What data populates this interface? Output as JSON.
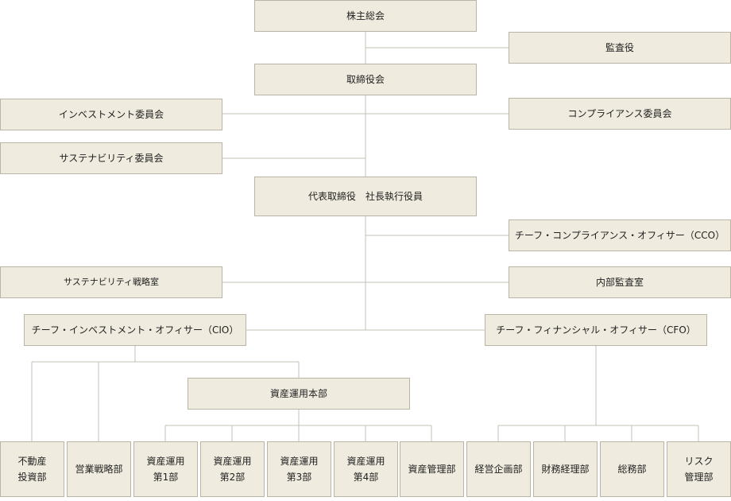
{
  "org": {
    "shareholders": "株主総会",
    "auditor": "監査役",
    "board": "取締役会",
    "investment_committee": "インベストメント委員会",
    "compliance_committee": "コンプライアンス委員会",
    "sustainability_committee": "サステナビリティ委員会",
    "president": "代表取締役　社長執行役員",
    "cco": "チーフ・コンプライアンス・オフィサー（CCO）",
    "sustainability_office": "サステナビリティ戦略室",
    "internal_audit": "内部監査室",
    "cio": "チーフ・インベストメント・オフィサー（CIO）",
    "cfo": "チーフ・フィナンシャル・オフィサー（CFO）",
    "am_hq": "資産運用本部",
    "real_estate": "不動産\n投資部",
    "sales_strategy": "営業戦略部",
    "am1": "資産運用\n第1部",
    "am2": "資産運用\n第2部",
    "am3": "資産運用\n第3部",
    "am4": "資産運用\n第4部",
    "asset_mgmt": "資産管理部",
    "corp_planning": "経営企画部",
    "finance": "財務経理部",
    "general_affairs": "総務部",
    "risk": "リスク\n管理部"
  },
  "colors": {
    "box_fill": "#efebde",
    "box_border": "#b9b4a3",
    "line": "#c4c0b4",
    "text": "#222222"
  }
}
